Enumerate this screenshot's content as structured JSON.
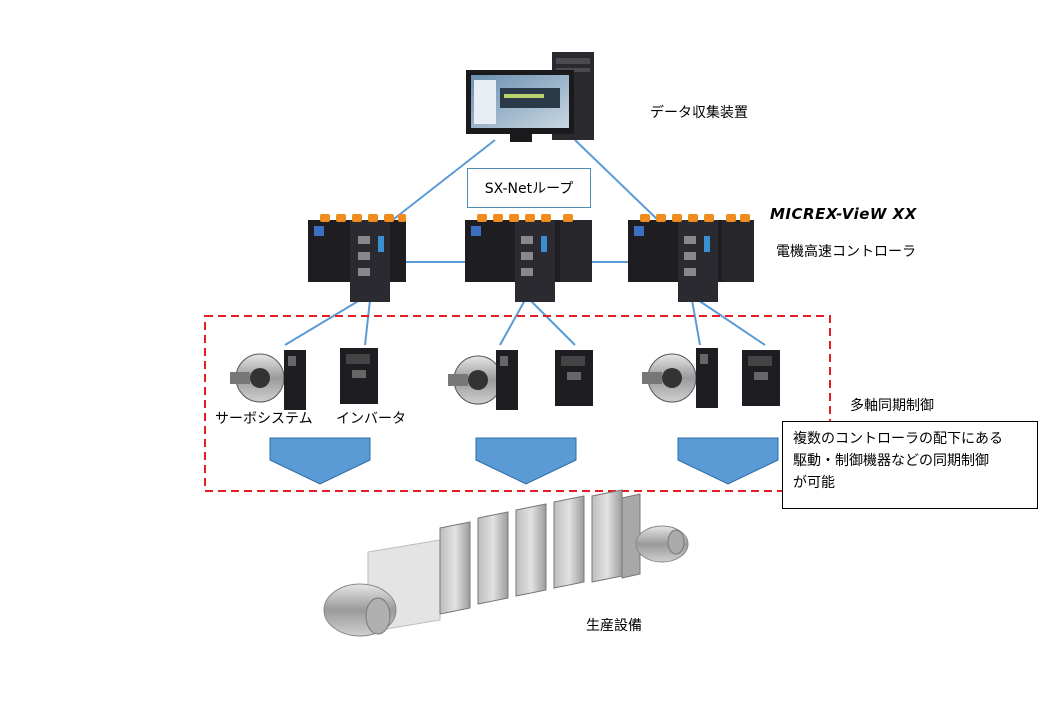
{
  "labels": {
    "data_collection": "データ収集装置",
    "sx_net_loop": "SX-Netループ",
    "brand": "MICREX-VieW XX",
    "controller": "電機高速コントローラ",
    "servo_system": "サーボシステム",
    "inverter": "インバータ",
    "multi_axis_sync": "多軸同期制御",
    "production_equipment": "生産設備"
  },
  "note": {
    "line1": "複数のコントローラの配下にある",
    "line2": "駆動・制御機器などの同期制御",
    "line3": "が可能"
  },
  "colors": {
    "link_line": "#5b9bd5",
    "dashed_border": "#e31e24",
    "arrow_fill": "#5b9bd5",
    "device_body": "#1e1e22",
    "device_orange": "#f08c1e"
  },
  "icons": {
    "pc": "desktop-computer-icon",
    "plc": "plc-controller-icon",
    "servo": "servo-motor-icon",
    "inverter": "inverter-drive-icon",
    "machine": "production-machine-icon"
  }
}
